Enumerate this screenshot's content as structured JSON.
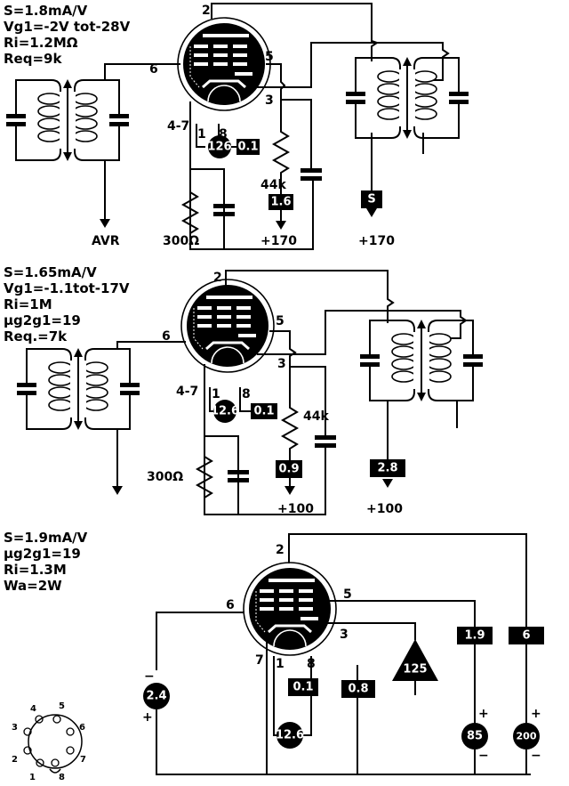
{
  "title": "Pentode stage application circuits (8-pin tube, pins 1-8)",
  "colors": {
    "ink": "#000000",
    "paper": "#ffffff"
  },
  "circuits": [
    {
      "id": "circuit-1",
      "specs": [
        "S=1.8mA/V",
        "Vg1=-2V tot-28V",
        "Ri=1.2MΩ",
        "Req=9k"
      ],
      "pins": {
        "anode": "2",
        "g1": "6",
        "g2": "5",
        "g3": "3",
        "cathode": "4-7",
        "heater_a": "1",
        "heater_b": "8"
      },
      "heater_voltage": "126",
      "heater_current": "0.1",
      "cathode_resistor": "300Ω",
      "screen_resistor": "44k",
      "screen_current": "1.6",
      "screen_supply": "+170",
      "anode_current": "S",
      "anode_supply": "+170",
      "grid_return": "AVR"
    },
    {
      "id": "circuit-2",
      "specs": [
        "S=1.65mA/V",
        "Vg1=-1.1tot-17V",
        "Ri=1M",
        "μg2g1=19",
        "Req.=7k"
      ],
      "pins": {
        "anode": "2",
        "g1": "6",
        "g2": "5",
        "g3": "3",
        "cathode": "4-7",
        "heater_a": "1",
        "heater_b": "8"
      },
      "heater_voltage": "12.6",
      "heater_current": "0.1",
      "cathode_resistor": "300Ω",
      "screen_resistor": "44k",
      "screen_current": "0.9",
      "screen_supply": "+100",
      "anode_current": "2.8",
      "anode_supply": "+100"
    },
    {
      "id": "circuit-3",
      "specs": [
        "S=1.9mA/V",
        "μg2g1=19",
        "Ri=1.3M",
        "Wa=2W"
      ],
      "pins": {
        "anode": "2",
        "g1": "6",
        "g2": "5",
        "g3": "3",
        "cathode": "7",
        "heater_a": "1",
        "heater_b": "8"
      },
      "grid_bias": "2.4",
      "grid_bias_minus": "−",
      "grid_bias_plus": "+",
      "heater_voltage": "12.6",
      "heater_current": "0.1",
      "cathode_current": "0.8",
      "g3_voltage": "125",
      "screen_current": "1.9",
      "screen_voltage": "85",
      "anode_current": "6",
      "anode_voltage": "200",
      "plus": "+",
      "minus": "−"
    }
  ],
  "base_diagram": {
    "pins": [
      "1",
      "2",
      "3",
      "4",
      "5",
      "6",
      "7",
      "8"
    ]
  }
}
